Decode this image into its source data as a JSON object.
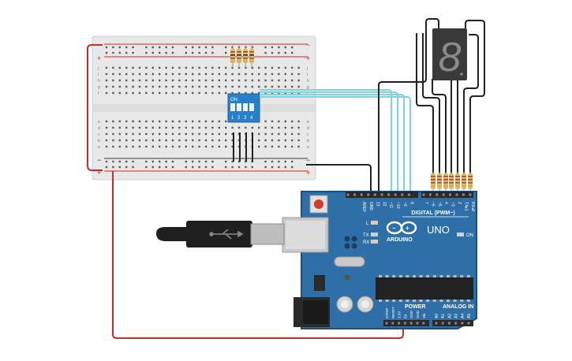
{
  "breadboard": {
    "plus_label": "+",
    "minus_label": "−",
    "row_letters_top": [
      "j",
      "i",
      "h",
      "g",
      "f"
    ],
    "row_letters_bottom": [
      "e",
      "d",
      "c",
      "b",
      "a"
    ],
    "column_count": 30
  },
  "dip_switch": {
    "on_label": "ON",
    "numbers": [
      "1",
      "2",
      "3",
      "4"
    ]
  },
  "arduino": {
    "model": "UNO",
    "brand": "ARDUINO",
    "digital_label": "DIGITAL (PWM~)",
    "power_label": "POWER",
    "analog_label": "ANALOG IN",
    "on_label": "ON",
    "led_labels": [
      "L",
      "TX",
      "RX"
    ],
    "digital_pins": [
      "AREF",
      "GND",
      "13",
      "12",
      "~11",
      "~10",
      "~9",
      "8",
      "7",
      "~6",
      "~5",
      "4",
      "~3",
      "2",
      "TX▸1",
      "RX◂0"
    ],
    "power_pins": [
      "IOREF",
      "RESET",
      "3.3V",
      "5V",
      "GND",
      "GND",
      "Vin"
    ],
    "analog_pins": [
      "A0",
      "A1",
      "A2",
      "A3",
      "A4",
      "A5"
    ]
  },
  "display": {
    "digit": "8"
  },
  "colors": {
    "breadboard": "#e9e9e9",
    "rail_red": "#d9252a",
    "rail_dark": "#3a3a3a",
    "arduino_board": "#2f6fa8",
    "arduino_edge": "#1f4e7c",
    "wire_red": "#d02828",
    "wire_black": "#222222",
    "wire_cyan": "#7fd3e0",
    "dip_blue": "#2a80c8",
    "segment_display": "#3a3a3a"
  }
}
